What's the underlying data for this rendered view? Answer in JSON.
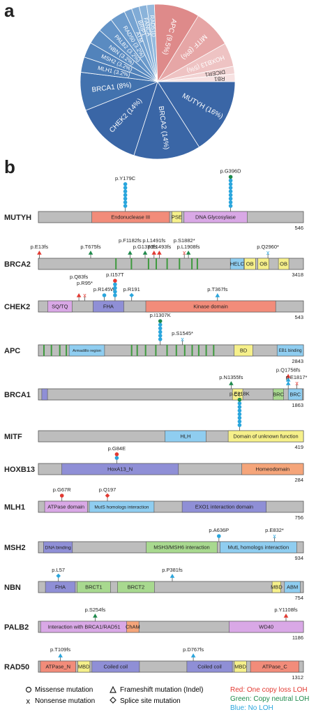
{
  "panel_a": {
    "letter": "a",
    "slices": [
      {
        "label": "MUTYH (16%)",
        "percent": 16,
        "color": "#3a66a6",
        "text_color": "#ffffff",
        "text_dist": 0.66,
        "font_size": 10
      },
      {
        "label": "BRCA2 (14%)",
        "percent": 14,
        "color": "#3a66a6",
        "text_color": "#ffffff",
        "text_dist": 0.6,
        "font_size": 10
      },
      {
        "label": "CHEK2 (14%)",
        "percent": 14,
        "color": "#3a66a6",
        "text_color": "#ffffff",
        "text_dist": 0.6,
        "font_size": 10
      },
      {
        "label": "BRCA1 (8%)",
        "percent": 8,
        "color": "#4272ae",
        "text_color": "#ffffff",
        "text_dist": 0.6,
        "font_size": 10
      },
      {
        "label": "MLH1 (3.2%)",
        "percent": 3.2,
        "color": "#4a7bb5",
        "text_color": "#ffffff",
        "text_dist": 0.58,
        "font_size": 8
      },
      {
        "label": "MSH2 (3.2%)",
        "percent": 3.2,
        "color": "#5283bb",
        "text_color": "#ffffff",
        "text_dist": 0.58,
        "font_size": 8
      },
      {
        "label": "NBN (3.2%)",
        "percent": 3.2,
        "color": "#5a8bc1",
        "text_color": "#ffffff",
        "text_dist": 0.58,
        "font_size": 8
      },
      {
        "label": "PALB2 (3.2%)",
        "percent": 3.2,
        "color": "#6393c7",
        "text_color": "#ffffff",
        "text_dist": 0.58,
        "font_size": 8
      },
      {
        "label": "RAD50 (3.2%)",
        "percent": 3.2,
        "color": "#6c9bcc",
        "text_color": "#ffffff",
        "text_dist": 0.6,
        "font_size": 8
      },
      {
        "label": "ATM",
        "percent": 1.6,
        "color": "#76a3d1",
        "text_color": "#ffffff",
        "text_dist": 0.62,
        "font_size": 8
      },
      {
        "label": "BRIP1",
        "percent": 1.6,
        "color": "#80abd6",
        "text_color": "#ffffff",
        "text_dist": 0.72,
        "font_size": 8
      },
      {
        "label": "FANCA",
        "percent": 1.6,
        "color": "#8ab3da",
        "text_color": "#ffffff",
        "text_dist": 0.72,
        "font_size": 8
      },
      {
        "label": "RAD51D",
        "percent": 1.6,
        "color": "#96bbde",
        "text_color": "#ffffff",
        "text_dist": 0.72,
        "font_size": 8
      },
      {
        "label": "APC (9.5%)",
        "percent": 9.5,
        "color": "#de8a8a",
        "text_color": "#ffffff",
        "text_dist": 0.6,
        "font_size": 10
      },
      {
        "label": "MITF (8%)",
        "percent": 8,
        "color": "#e6a6a6",
        "text_color": "#ffffff",
        "text_dist": 0.65,
        "font_size": 10
      },
      {
        "label": "HOXB13 (5%)",
        "percent": 5,
        "color": "#eec3c3",
        "text_color": "#ffffff",
        "text_dist": 0.66,
        "font_size": 9
      },
      {
        "label": "DICER1",
        "percent": 1.6,
        "color": "#f2d4d4",
        "text_color": "#333333",
        "text_dist": 0.75,
        "font_size": 8
      },
      {
        "label": "RB1",
        "percent": 1.6,
        "color": "#f7e2e2",
        "text_color": "#333333",
        "text_dist": 0.8,
        "font_size": 8
      }
    ]
  },
  "panel_b": {
    "letter": "b",
    "colors": {
      "red": "#e23a32",
      "green": "#1f8a4c",
      "blue": "#2aa6dd",
      "backbone": "#bdbdbd",
      "motif": "#3e9a3e",
      "domain_pink": "#f28c7a",
      "domain_purple": "#8f8fd6",
      "domain_lilac": "#d9a8e6",
      "domain_yellow": "#f6f08a",
      "domain_blue": "#8fcdf0",
      "domain_green": "#a8d98f",
      "domain_orange": "#f5a57a"
    },
    "proteins": [
      {
        "name": "MUTYH",
        "length": "546",
        "len": 546,
        "domains": [
          {
            "label": "Endonuclease III",
            "start": 110,
            "end": 270,
            "color": "domain_pink"
          },
          {
            "label": "PSE",
            "start": 275,
            "end": 295,
            "color": "domain_yellow"
          },
          {
            "label": "DNA Glycosylase",
            "start": 300,
            "end": 430,
            "color": "domain_lilac"
          }
        ],
        "motifs": [],
        "mutations": [
          {
            "label": "p.Y179C",
            "pos": 179,
            "shape": "circle",
            "color": "blue",
            "stack": 7
          },
          {
            "label": "p.G396D",
            "pos": 396,
            "shape": "circle",
            "color": "blue",
            "stack": 9,
            "top_color": "green"
          }
        ]
      },
      {
        "name": "BRCA2",
        "length": "3418",
        "len": 3418,
        "domains": [
          {
            "label": "HELC",
            "start": 2475,
            "end": 2650,
            "color": "domain_blue"
          },
          {
            "label": "OB",
            "start": 2655,
            "end": 2800,
            "color": "domain_yellow"
          },
          {
            "label": "OB",
            "start": 2830,
            "end": 2975,
            "color": "domain_yellow"
          },
          {
            "label": "OB",
            "start": 3095,
            "end": 3230,
            "color": "domain_yellow"
          }
        ],
        "motifs": [
          1000,
          1200,
          1420,
          1520,
          1660,
          1820,
          1980,
          2050
        ],
        "mutations": [
          {
            "label": "p.E13fs",
            "pos": 13,
            "shape": "triangle",
            "color": "red",
            "stack": 1
          },
          {
            "label": "p.T675fs",
            "pos": 675,
            "shape": "triangle",
            "color": "green",
            "stack": 1
          },
          {
            "label": "p.F1182fs",
            "pos": 1182,
            "shape": "triangle",
            "color": "green",
            "stack": 1,
            "lift": 1
          },
          {
            "label": "p.G1376fs",
            "pos": 1376,
            "shape": "triangle",
            "color": "green",
            "stack": 1
          },
          {
            "label": "p.L1491fs",
            "pos": 1491,
            "shape": "triangle",
            "color": "red",
            "stack": 1,
            "lift": 1
          },
          {
            "label": "p.E1493fs",
            "pos": 1560,
            "shape": "triangle",
            "color": "red",
            "stack": 1
          },
          {
            "label": "p.S1882*",
            "pos": 1882,
            "shape": "x",
            "color": "red",
            "stack": 1,
            "lift": 1
          },
          {
            "label": "p.L1908fs",
            "pos": 1935,
            "shape": "triangle",
            "color": "green",
            "stack": 1
          },
          {
            "label": "p.Q2960*",
            "pos": 2960,
            "shape": "x",
            "color": "blue",
            "stack": 1
          }
        ]
      },
      {
        "name": "CHEK2",
        "length": "543",
        "len": 543,
        "domains": [
          {
            "label": "SQ/TQ",
            "start": 19,
            "end": 69,
            "color": "domain_lilac"
          },
          {
            "label": "FHA",
            "start": 112,
            "end": 175,
            "color": "domain_purple"
          },
          {
            "label": "Kinase domain",
            "start": 220,
            "end": 486,
            "color": "domain_pink"
          }
        ],
        "motifs": [],
        "mutations": [
          {
            "label": "p.Q83fs",
            "pos": 83,
            "shape": "triangle",
            "color": "red",
            "stack": 1,
            "lift": 2
          },
          {
            "label": "p.R95*",
            "pos": 95,
            "shape": "x",
            "color": "red",
            "stack": 1,
            "lift": 1
          },
          {
            "label": "p.R145W",
            "pos": 135,
            "shape": "circle",
            "color": "blue",
            "stack": 1
          },
          {
            "label": "p.I157T",
            "pos": 157,
            "shape": "circle",
            "color": "blue",
            "stack": 5,
            "top_color": "red"
          },
          {
            "label": "p.R191",
            "pos": 191,
            "shape": "diamond",
            "color": "blue",
            "stack": 1
          },
          {
            "label": "p.T367fs",
            "pos": 367,
            "shape": "triangle",
            "color": "blue",
            "stack": 1
          }
        ]
      },
      {
        "name": "APC",
        "length": "2843",
        "len": 2843,
        "domains": [
          {
            "label": "Armadillo region",
            "start": 330,
            "end": 710,
            "color": "domain_blue"
          },
          {
            "label": "BD",
            "start": 2100,
            "end": 2300,
            "color": "domain_yellow"
          },
          {
            "label": "EB1 binding",
            "start": 2560,
            "end": 2843,
            "color": "domain_blue"
          }
        ],
        "motifs": [
          60,
          140,
          230,
          300,
          1000,
          1060,
          1150,
          1260,
          1380,
          1480,
          1570,
          1650,
          1720,
          1800,
          1880
        ],
        "mutations": [
          {
            "label": "p.I1307K",
            "pos": 1307,
            "shape": "circle",
            "color": "blue",
            "stack": 6,
            "top_color": "green"
          },
          {
            "label": "p.S1545*",
            "pos": 1545,
            "shape": "x",
            "color": "blue",
            "stack": 1
          }
        ]
      },
      {
        "name": "BRCA1",
        "length": "1863",
        "len": 1863,
        "domains": [
          {
            "label": "",
            "start": 24,
            "end": 64,
            "color": "domain_purple"
          },
          {
            "label": "CC",
            "start": 1364,
            "end": 1437,
            "color": "domain_yellow"
          },
          {
            "label": "BRC",
            "start": 1650,
            "end": 1723,
            "color": "domain_green"
          },
          {
            "label": "BRC",
            "start": 1756,
            "end": 1855,
            "color": "domain_blue"
          }
        ],
        "motifs": [],
        "mutations": [
          {
            "label": "p.N1355fs",
            "pos": 1355,
            "shape": "triangle",
            "color": "green",
            "stack": 1
          },
          {
            "label": "p.Q1756fs",
            "pos": 1756,
            "shape": "triangle",
            "color": "blue",
            "stack": 3,
            "top_color": "red"
          },
          {
            "label": "p.E1817*",
            "pos": 1817,
            "shape": "x",
            "color": "red",
            "stack": 1
          }
        ]
      },
      {
        "name": "MITF",
        "length": "419",
        "len": 419,
        "domains": [
          {
            "label": "HLH",
            "start": 200,
            "end": 265,
            "color": "domain_blue"
          },
          {
            "label": "Domain of unknown function",
            "start": 300,
            "end": 419,
            "color": "domain_yellow"
          }
        ],
        "motifs": [],
        "mutations": [
          {
            "label": "p.E318K",
            "pos": 318,
            "shape": "circle",
            "color": "blue",
            "stack": 8,
            "top_color": "green"
          }
        ]
      },
      {
        "name": "HOXB13",
        "length": "284",
        "len": 284,
        "domains": [
          {
            "label": "HoxA13_N",
            "start": 25,
            "end": 150,
            "color": "domain_purple"
          },
          {
            "label": "Homeodomain",
            "start": 218,
            "end": 284,
            "color": "domain_orange"
          }
        ],
        "motifs": [],
        "mutations": [
          {
            "label": "p.G84E",
            "pos": 84,
            "shape": "circle",
            "color": "blue",
            "stack": 2,
            "top_color": "red"
          }
        ]
      },
      {
        "name": "MLH1",
        "length": "756",
        "len": 756,
        "domains": [
          {
            "label": "ATPase domain",
            "start": 18,
            "end": 140,
            "color": "domain_lilac"
          },
          {
            "label": "MutS homologs interaction",
            "start": 145,
            "end": 330,
            "color": "domain_blue"
          },
          {
            "label": "EXO1 interaction domain",
            "start": 410,
            "end": 650,
            "color": "domain_purple"
          }
        ],
        "motifs": [],
        "mutations": [
          {
            "label": "p.G67R",
            "pos": 67,
            "shape": "circle",
            "color": "red",
            "stack": 1
          },
          {
            "label": "p.Q197",
            "pos": 197,
            "shape": "diamond",
            "color": "red",
            "stack": 1
          }
        ]
      },
      {
        "name": "MSH2",
        "length": "934",
        "len": 934,
        "domains": [
          {
            "label": "DNA binding",
            "start": 18,
            "end": 120,
            "color": "domain_purple"
          },
          {
            "label": "MSH3/MSH6 interaction",
            "start": 380,
            "end": 630,
            "color": "domain_green"
          },
          {
            "label": "MutL homologs interaction",
            "start": 640,
            "end": 910,
            "color": "domain_blue"
          }
        ],
        "motifs": [],
        "mutations": [
          {
            "label": "p.A636P",
            "pos": 636,
            "shape": "circle",
            "color": "blue",
            "stack": 1
          },
          {
            "label": "p.E832*",
            "pos": 832,
            "shape": "x",
            "color": "blue",
            "stack": 1
          }
        ]
      },
      {
        "name": "NBN",
        "length": "754",
        "len": 754,
        "domains": [
          {
            "label": "FHA",
            "start": 20,
            "end": 105,
            "color": "domain_purple"
          },
          {
            "label": "BRCT1",
            "start": 110,
            "end": 205,
            "color": "domain_green"
          },
          {
            "label": "BRCT2",
            "start": 225,
            "end": 330,
            "color": "domain_green"
          },
          {
            "label": "MBD",
            "start": 665,
            "end": 690,
            "color": "domain_yellow"
          },
          {
            "label": "ABM",
            "start": 700,
            "end": 745,
            "color": "domain_blue"
          }
        ],
        "motifs": [],
        "mutations": [
          {
            "label": "p.L57",
            "pos": 57,
            "shape": "diamond",
            "color": "blue",
            "stack": 1
          },
          {
            "label": "p.P381fs",
            "pos": 381,
            "shape": "triangle",
            "color": "blue",
            "stack": 1
          }
        ]
      },
      {
        "name": "PALB2",
        "length": "1186",
        "len": 1186,
        "domains": [
          {
            "label": "Interaction with BRCA1/RAD51",
            "start": 10,
            "end": 400,
            "color": "domain_lilac"
          },
          {
            "label": "ChAM",
            "start": 395,
            "end": 450,
            "color": "domain_orange"
          },
          {
            "label": "WD40",
            "start": 853,
            "end": 1186,
            "color": "domain_lilac"
          }
        ],
        "motifs": [],
        "mutations": [
          {
            "label": "p.S254fs",
            "pos": 254,
            "shape": "triangle",
            "color": "green",
            "stack": 1
          },
          {
            "label": "p.Y1108fs",
            "pos": 1108,
            "shape": "triangle",
            "color": "red",
            "stack": 1
          }
        ]
      },
      {
        "name": "RAD50",
        "length": "1312",
        "len": 1312,
        "domains": [
          {
            "label": "ATPase_N",
            "start": 10,
            "end": 185,
            "color": "domain_pink"
          },
          {
            "label": "MBD",
            "start": 195,
            "end": 255,
            "color": "domain_yellow"
          },
          {
            "label": "Coiled coil",
            "start": 265,
            "end": 500,
            "color": "domain_purple"
          },
          {
            "label": "Coiled coil",
            "start": 735,
            "end": 960,
            "color": "domain_purple"
          },
          {
            "label": "MBD",
            "start": 970,
            "end": 1030,
            "color": "domain_yellow"
          },
          {
            "label": "ATPase_C",
            "start": 1050,
            "end": 1290,
            "color": "domain_pink"
          }
        ],
        "motifs": [],
        "mutations": [
          {
            "label": "p.T109fs",
            "pos": 109,
            "shape": "triangle",
            "color": "blue",
            "stack": 1
          },
          {
            "label": "p.D767fs",
            "pos": 767,
            "shape": "triangle",
            "color": "blue",
            "stack": 1
          }
        ]
      }
    ]
  },
  "legend": {
    "missense": "Missense mutation",
    "nonsense": "Nonsense mutation",
    "frameshift": "Frameshift mutation (Indel)",
    "splice": "Splice site mutation",
    "red": "Red: One copy loss LOH",
    "green": "Green: Copy neutral LOH",
    "blue": "Blue: No LOH",
    "red_color": "#e23a32",
    "green_color": "#1f8a4c",
    "blue_color": "#2aa6dd"
  }
}
